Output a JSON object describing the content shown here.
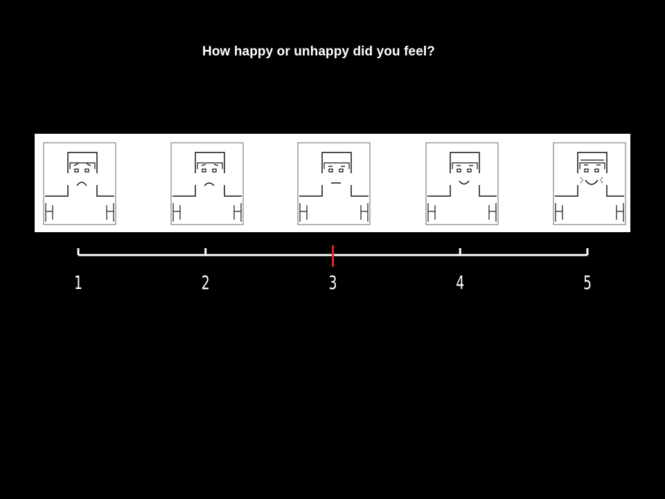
{
  "question": "How happy or unhappy did you feel?",
  "scale": {
    "labels": [
      "1",
      "2",
      "3",
      "4",
      "5"
    ],
    "selected_value": 3,
    "line_color": "#ffffff",
    "marker_color": "#e8202a",
    "background_color": "#000000"
  },
  "faces": [
    {
      "level": 1,
      "icon": "very-unhappy-face-icon",
      "mood": "very unhappy"
    },
    {
      "level": 2,
      "icon": "unhappy-face-icon",
      "mood": "unhappy"
    },
    {
      "level": 3,
      "icon": "neutral-face-icon",
      "mood": "neutral"
    },
    {
      "level": 4,
      "icon": "happy-face-icon",
      "mood": "happy"
    },
    {
      "level": 5,
      "icon": "very-happy-face-icon",
      "mood": "very happy"
    }
  ]
}
